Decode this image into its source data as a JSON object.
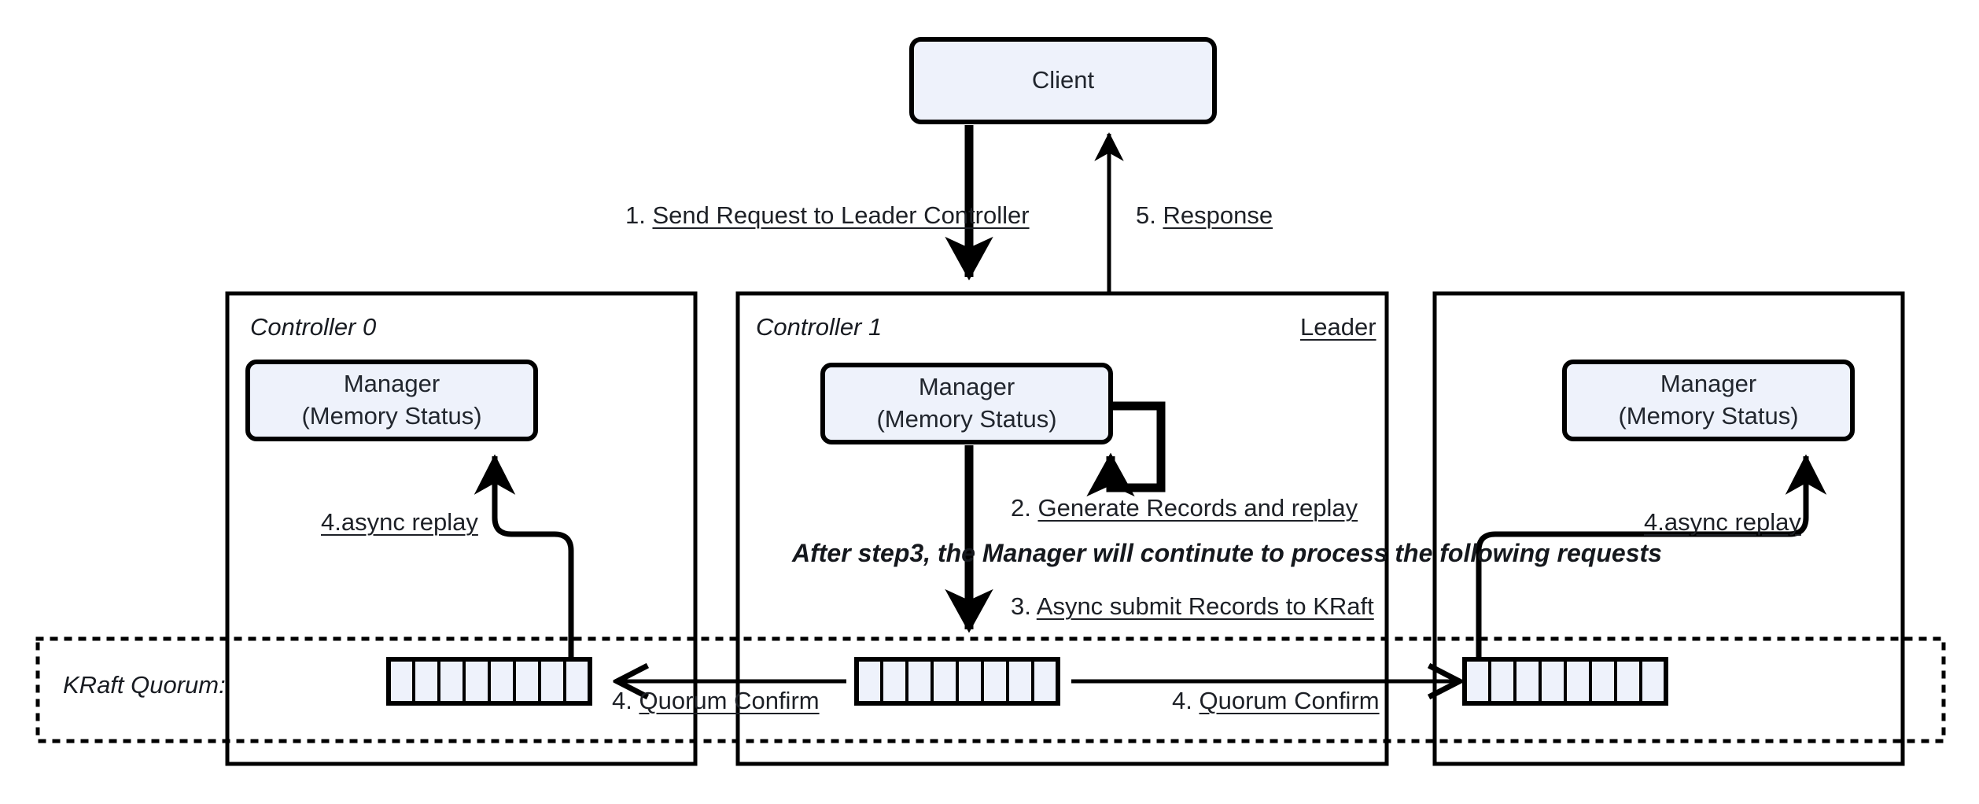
{
  "diagram": {
    "title_note": "After step3, the Manager will continute to process the following requests",
    "colors": {
      "node_fill": "#eef2fb",
      "stroke": "#000000",
      "text": "#1d2026"
    },
    "client": {
      "label": "Client"
    },
    "controllers": [
      {
        "name": "Controller 0",
        "role": "",
        "manager_line1": "Manager",
        "manager_line2": "(Memory Status)",
        "replay_label": "4.async replay",
        "log_cells": 8
      },
      {
        "name": "Controller 1",
        "role": "Leader",
        "manager_line1": "Manager",
        "manager_line2": "(Memory Status)",
        "replay_label": "",
        "log_cells": 8
      },
      {
        "name": "",
        "role": "",
        "manager_line1": "Manager",
        "manager_line2": "(Memory Status)",
        "replay_label": "4.async replay",
        "log_cells": 8
      }
    ],
    "quorum": {
      "label": "KRaft Quorum:"
    },
    "steps": [
      {
        "num": "1.",
        "text": "Send Request to Leader Controller"
      },
      {
        "num": "5.",
        "text": "Response"
      },
      {
        "num": "2.",
        "text": "Generate Records and replay"
      },
      {
        "num": "3.",
        "text": "Async submit Records to KRaft"
      },
      {
        "num": "4.",
        "text": "Quorum Confirm"
      },
      {
        "num": "4.",
        "text": "Quorum Confirm"
      }
    ]
  }
}
